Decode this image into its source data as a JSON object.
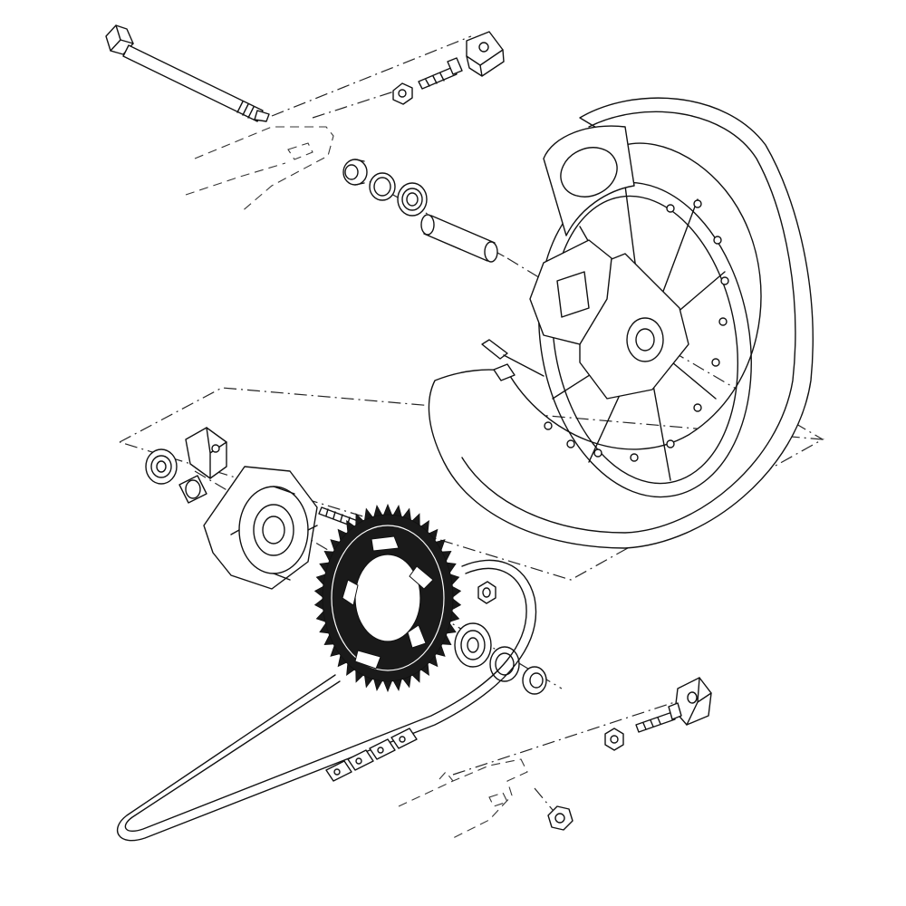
{
  "diagram": {
    "title": "",
    "accent_color": "#111111",
    "sprocket_color": "#1a1a1a",
    "line_color": "#111111",
    "background": "#ffffff"
  },
  "parts": [
    {
      "id": "axle",
      "kind": "axle-shaft"
    },
    {
      "id": "adjuster-plate-upper",
      "kind": "chain-adjuster-plate"
    },
    {
      "id": "adjuster-bolt-upper",
      "kind": "adjusting-bolt"
    },
    {
      "id": "locknut-upper",
      "kind": "locknut"
    },
    {
      "id": "swingarm-left",
      "kind": "swingarm-ghost"
    },
    {
      "id": "collar-left",
      "kind": "collar"
    },
    {
      "id": "oil-seal-left",
      "kind": "oil-seal"
    },
    {
      "id": "bearing-left",
      "kind": "bearing"
    },
    {
      "id": "spacer",
      "kind": "spacer"
    },
    {
      "id": "rear-wheel",
      "kind": "spoked-wheel-with-tire"
    },
    {
      "id": "valve",
      "kind": "tire-valve"
    },
    {
      "id": "bearing-hub",
      "kind": "bearing"
    },
    {
      "id": "damper-bracket",
      "kind": "damper"
    },
    {
      "id": "collar-hub",
      "kind": "collar"
    },
    {
      "id": "sprocket-hub",
      "kind": "clutch-hub"
    },
    {
      "id": "stud-bolt",
      "kind": "stud-bolt"
    },
    {
      "id": "rear-sprocket",
      "kind": "driven-sprocket"
    },
    {
      "id": "sprocket-nut",
      "kind": "nut"
    },
    {
      "id": "bearing-right",
      "kind": "bearing"
    },
    {
      "id": "oil-seal-right",
      "kind": "oil-seal"
    },
    {
      "id": "collar-right",
      "kind": "collar"
    },
    {
      "id": "drive-chain",
      "kind": "drive-chain"
    },
    {
      "id": "adjuster-plate-lower",
      "kind": "chain-adjuster-plate"
    },
    {
      "id": "adjuster-bolt-lower",
      "kind": "adjusting-bolt"
    },
    {
      "id": "locknut-lower",
      "kind": "locknut"
    },
    {
      "id": "axle-nut",
      "kind": "axle-nut"
    },
    {
      "id": "swingarm-right",
      "kind": "swingarm-ghost"
    }
  ]
}
